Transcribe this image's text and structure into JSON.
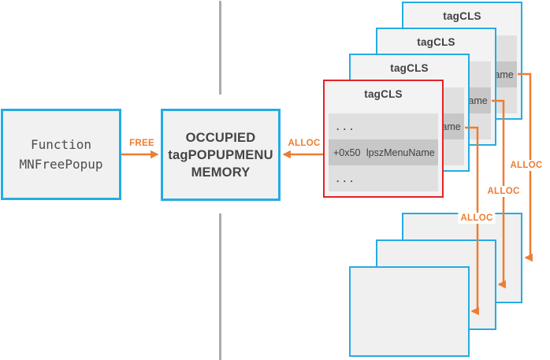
{
  "labels": {
    "free": "FREE",
    "alloc": "ALLOC"
  },
  "left_box": {
    "line1": "Function",
    "line2": "MNFreePopup"
  },
  "middle_box": {
    "line1": "OCCUPIED",
    "line2": "tagPOPUPMENU",
    "line3": "MEMORY"
  },
  "tagcls_box": {
    "title": "tagCLS",
    "row_top": ". . .",
    "row_field": "+0x50 lpszMenuName",
    "row_bottom": ". . ."
  },
  "colors": {
    "cyan": "#25ACE3",
    "red": "#E32227",
    "orange": "#ED7D31",
    "divider": "#ABABAB",
    "box_fill": "#F1F1F1",
    "stack_fill": "#F3F3F3",
    "row_light": "#E0E0E0",
    "row_dark": "#C7C7C7",
    "text_dark": "#454545"
  }
}
